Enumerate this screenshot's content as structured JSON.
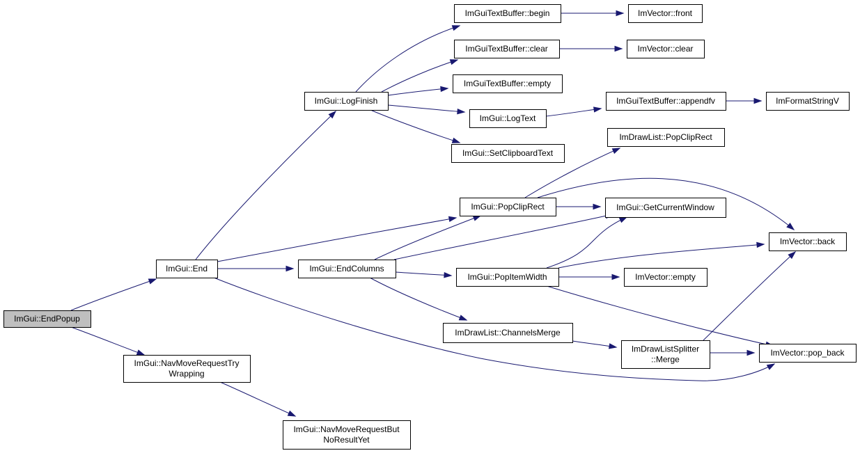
{
  "diagram": {
    "root": "ImGui::EndPopup",
    "nodes": [
      {
        "id": "endpopup",
        "lines": [
          "ImGui::EndPopup"
        ],
        "root": true
      },
      {
        "id": "end",
        "lines": [
          "ImGui::End"
        ]
      },
      {
        "id": "navtry",
        "lines": [
          "ImGui::NavMoveRequestTry",
          "Wrapping"
        ]
      },
      {
        "id": "navbut",
        "lines": [
          "ImGui::NavMoveRequestBut",
          "NoResultYet"
        ]
      },
      {
        "id": "logfinish",
        "lines": [
          "ImGui::LogFinish"
        ]
      },
      {
        "id": "endcolumns",
        "lines": [
          "ImGui::EndColumns"
        ]
      },
      {
        "id": "tb_begin",
        "lines": [
          "ImGuiTextBuffer::begin"
        ]
      },
      {
        "id": "tb_clear",
        "lines": [
          "ImGuiTextBuffer::clear"
        ]
      },
      {
        "id": "tb_empty",
        "lines": [
          "ImGuiTextBuffer::empty"
        ]
      },
      {
        "id": "logtext",
        "lines": [
          "ImGui::LogText"
        ]
      },
      {
        "id": "setclip",
        "lines": [
          "ImGui::SetClipboardText"
        ]
      },
      {
        "id": "popcliprect",
        "lines": [
          "ImGui::PopClipRect"
        ]
      },
      {
        "id": "popitemwidth",
        "lines": [
          "ImGui::PopItemWidth"
        ]
      },
      {
        "id": "channelsmerge",
        "lines": [
          "ImDrawList::ChannelsMerge"
        ]
      },
      {
        "id": "vec_front",
        "lines": [
          "ImVector::front"
        ]
      },
      {
        "id": "vec_clear",
        "lines": [
          "ImVector::clear"
        ]
      },
      {
        "id": "appendfv",
        "lines": [
          "ImGuiTextBuffer::appendfv"
        ]
      },
      {
        "id": "fmtv",
        "lines": [
          "ImFormatStringV"
        ]
      },
      {
        "id": "dl_popcliprect",
        "lines": [
          "ImDrawList::PopClipRect"
        ]
      },
      {
        "id": "getcurwin",
        "lines": [
          "ImGui::GetCurrentWindow"
        ]
      },
      {
        "id": "vec_back",
        "lines": [
          "ImVector::back"
        ]
      },
      {
        "id": "vec_empty",
        "lines": [
          "ImVector::empty"
        ]
      },
      {
        "id": "splitmerge",
        "lines": [
          "ImDrawListSplitter",
          "::Merge"
        ]
      },
      {
        "id": "vec_popback",
        "lines": [
          "ImVector::pop_back"
        ]
      }
    ],
    "edges": [
      {
        "from": "endpopup",
        "to": "end"
      },
      {
        "from": "endpopup",
        "to": "navtry"
      },
      {
        "from": "navtry",
        "to": "navbut"
      },
      {
        "from": "end",
        "to": "logfinish"
      },
      {
        "from": "end",
        "to": "endcolumns"
      },
      {
        "from": "end",
        "to": "popcliprect"
      },
      {
        "from": "end",
        "to": "vec_popback"
      },
      {
        "from": "logfinish",
        "to": "tb_begin"
      },
      {
        "from": "logfinish",
        "to": "tb_clear"
      },
      {
        "from": "logfinish",
        "to": "tb_empty"
      },
      {
        "from": "logfinish",
        "to": "logtext"
      },
      {
        "from": "logfinish",
        "to": "setclip"
      },
      {
        "from": "tb_begin",
        "to": "vec_front"
      },
      {
        "from": "tb_clear",
        "to": "vec_clear"
      },
      {
        "from": "logtext",
        "to": "appendfv"
      },
      {
        "from": "appendfv",
        "to": "fmtv"
      },
      {
        "from": "endcolumns",
        "to": "popcliprect"
      },
      {
        "from": "endcolumns",
        "to": "getcurwin"
      },
      {
        "from": "endcolumns",
        "to": "popitemwidth"
      },
      {
        "from": "endcolumns",
        "to": "channelsmerge"
      },
      {
        "from": "popcliprect",
        "to": "dl_popcliprect"
      },
      {
        "from": "popcliprect",
        "to": "getcurwin"
      },
      {
        "from": "popcliprect",
        "to": "vec_back"
      },
      {
        "from": "popitemwidth",
        "to": "getcurwin"
      },
      {
        "from": "popitemwidth",
        "to": "vec_back"
      },
      {
        "from": "popitemwidth",
        "to": "vec_empty"
      },
      {
        "from": "popitemwidth",
        "to": "vec_popback"
      },
      {
        "from": "channelsmerge",
        "to": "splitmerge"
      },
      {
        "from": "splitmerge",
        "to": "vec_back"
      },
      {
        "from": "splitmerge",
        "to": "vec_popback"
      }
    ],
    "colors": {
      "edge": "#191970",
      "node_border": "#000000",
      "node_fill": "#ffffff",
      "root_fill": "#bfbfbf"
    }
  }
}
